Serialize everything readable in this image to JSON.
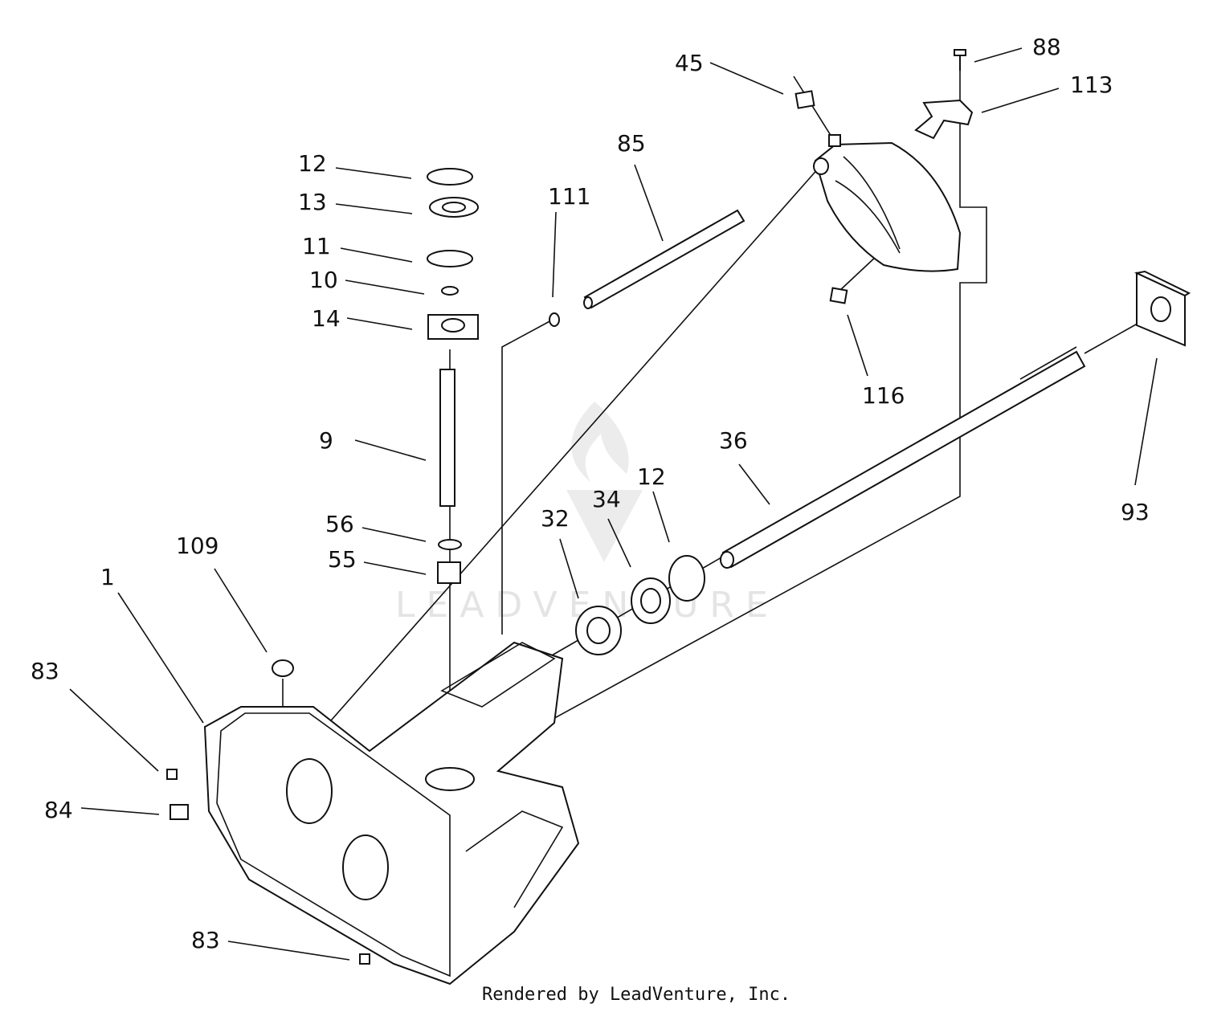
{
  "diagram": {
    "callouts": [
      {
        "id": "c88",
        "text": "88"
      },
      {
        "id": "c45",
        "text": "45"
      },
      {
        "id": "c113",
        "text": "113"
      },
      {
        "id": "c85",
        "text": "85"
      },
      {
        "id": "c12a",
        "text": "12"
      },
      {
        "id": "c111",
        "text": "111"
      },
      {
        "id": "c13",
        "text": "13"
      },
      {
        "id": "c11",
        "text": "11"
      },
      {
        "id": "c10",
        "text": "10"
      },
      {
        "id": "c14",
        "text": "14"
      },
      {
        "id": "c116",
        "text": "116"
      },
      {
        "id": "c9",
        "text": "9"
      },
      {
        "id": "c36",
        "text": "36"
      },
      {
        "id": "c12b",
        "text": "12"
      },
      {
        "id": "c34",
        "text": "34"
      },
      {
        "id": "c32",
        "text": "32"
      },
      {
        "id": "c93",
        "text": "93"
      },
      {
        "id": "c56",
        "text": "56"
      },
      {
        "id": "c109",
        "text": "109"
      },
      {
        "id": "c55",
        "text": "55"
      },
      {
        "id": "c1",
        "text": "1"
      },
      {
        "id": "c83a",
        "text": "83"
      },
      {
        "id": "c84",
        "text": "84"
      },
      {
        "id": "c83b",
        "text": "83"
      }
    ],
    "watermark": "LEADVENTURE",
    "footer": "Rendered by LeadVenture, Inc."
  }
}
